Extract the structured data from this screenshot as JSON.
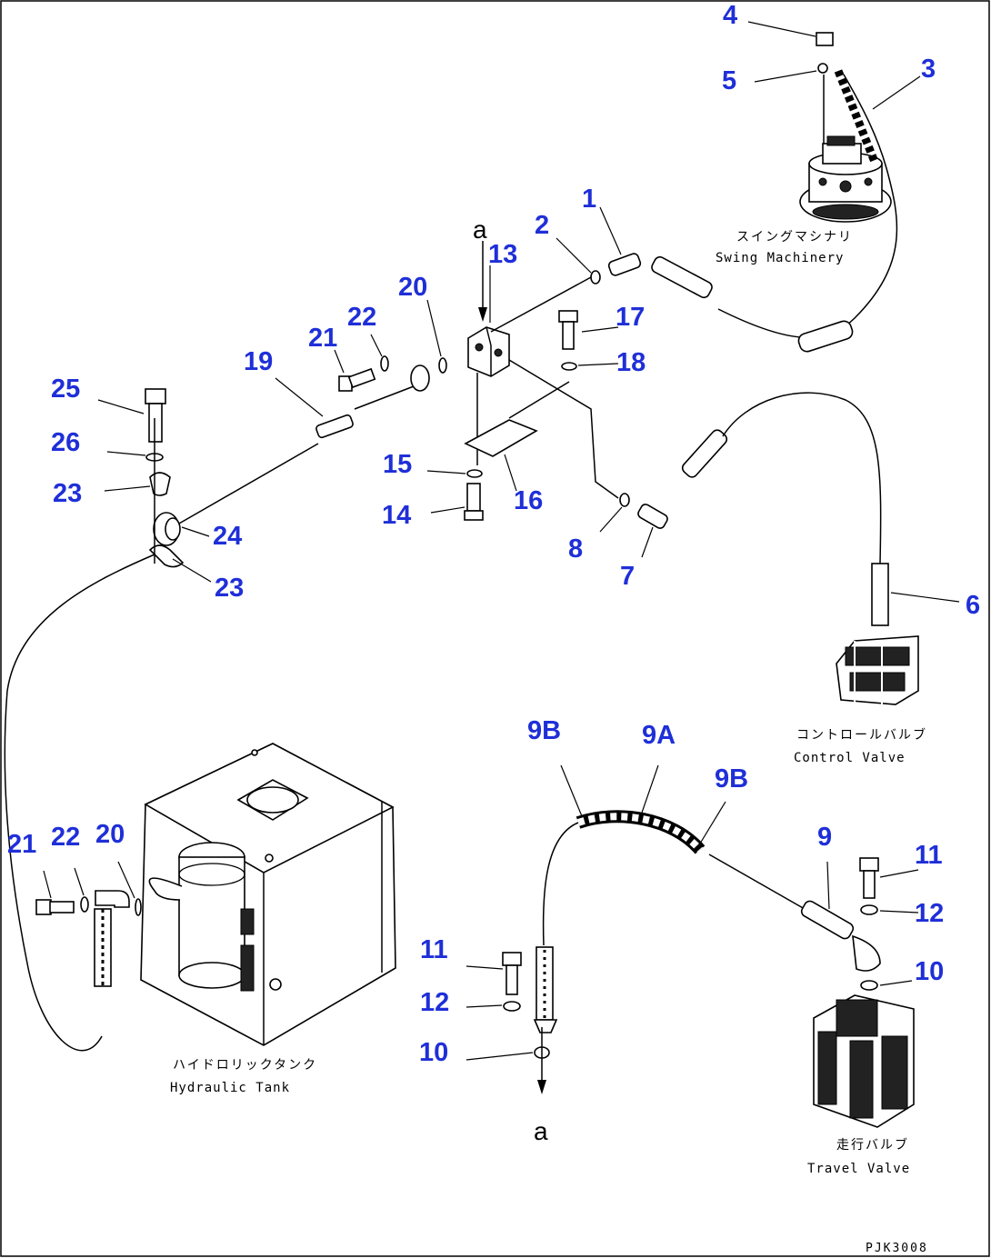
{
  "drawing": {
    "code": "PJK3008",
    "components": {
      "swing_machinery": {
        "jp": "スイングマシナリ",
        "en": "Swing Machinery"
      },
      "control_valve": {
        "jp": "コントロールバルブ",
        "en": "Control Valve"
      },
      "hydraulic_tank": {
        "jp": "ハイドロリックタンク",
        "en": "Hydraulic Tank"
      },
      "travel_valve": {
        "jp": "走行バルブ",
        "en": "Travel Valve"
      }
    },
    "connection_marks": {
      "top": "a",
      "bottom": "a"
    },
    "callouts": [
      {
        "id": "c4",
        "label": "4"
      },
      {
        "id": "c5",
        "label": "5"
      },
      {
        "id": "c3",
        "label": "3"
      },
      {
        "id": "c1",
        "label": "1"
      },
      {
        "id": "c2",
        "label": "2"
      },
      {
        "id": "c13",
        "label": "13"
      },
      {
        "id": "c20a",
        "label": "20"
      },
      {
        "id": "c22a",
        "label": "22"
      },
      {
        "id": "c21a",
        "label": "21"
      },
      {
        "id": "c17",
        "label": "17"
      },
      {
        "id": "c18",
        "label": "18"
      },
      {
        "id": "c19",
        "label": "19"
      },
      {
        "id": "c25",
        "label": "25"
      },
      {
        "id": "c26",
        "label": "26"
      },
      {
        "id": "c23a",
        "label": "23"
      },
      {
        "id": "c24",
        "label": "24"
      },
      {
        "id": "c23b",
        "label": "23"
      },
      {
        "id": "c15",
        "label": "15"
      },
      {
        "id": "c16",
        "label": "16"
      },
      {
        "id": "c14",
        "label": "14"
      },
      {
        "id": "c8",
        "label": "8"
      },
      {
        "id": "c7",
        "label": "7"
      },
      {
        "id": "c6",
        "label": "6"
      },
      {
        "id": "c9B1",
        "label": "9B"
      },
      {
        "id": "c9A",
        "label": "9A"
      },
      {
        "id": "c9B2",
        "label": "9B"
      },
      {
        "id": "c9",
        "label": "9"
      },
      {
        "id": "c11a",
        "label": "11"
      },
      {
        "id": "c12a",
        "label": "12"
      },
      {
        "id": "c10a",
        "label": "10"
      },
      {
        "id": "c21b",
        "label": "21"
      },
      {
        "id": "c22b",
        "label": "22"
      },
      {
        "id": "c20b",
        "label": "20"
      },
      {
        "id": "c11b",
        "label": "11"
      },
      {
        "id": "c12b",
        "label": "12"
      },
      {
        "id": "c10b",
        "label": "10"
      }
    ]
  }
}
